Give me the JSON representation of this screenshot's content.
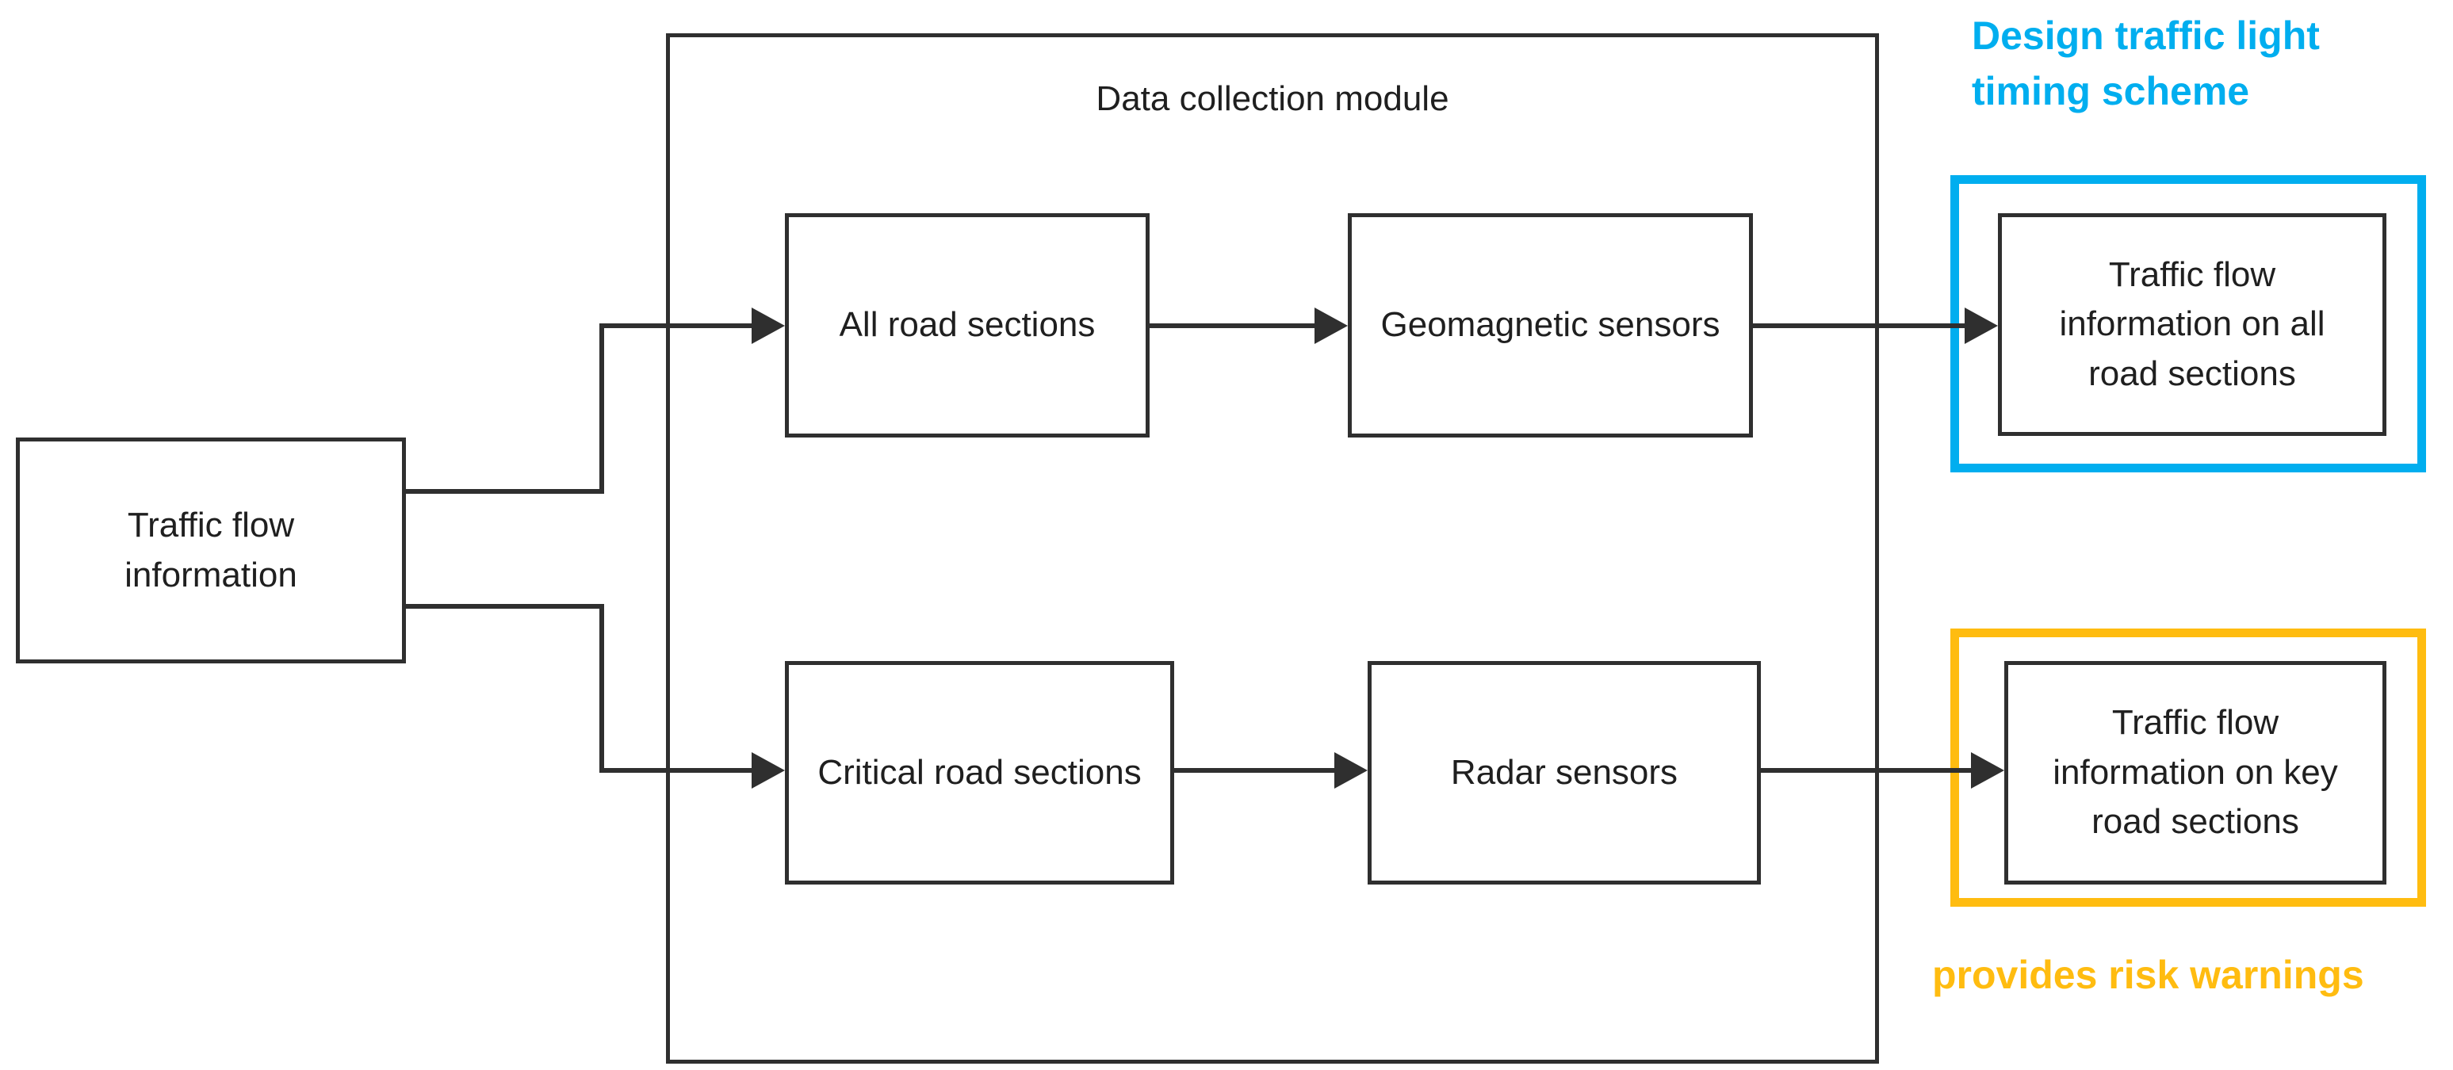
{
  "diagram": {
    "module_title": "Data collection module",
    "nodes": {
      "source": "Traffic flow\ninformation",
      "all_roads": "All road sections",
      "geomagnetic": "Geomagnetic sensors",
      "critical_roads": "Critical road sections",
      "radar": "Radar sensors",
      "output_all": "Traffic flow\ninformation on all\nroad sections",
      "output_key": "Traffic flow\ninformation on key\nroad sections"
    },
    "annotations": {
      "design_scheme": "Design traffic light\ntiming scheme",
      "risk_warnings": "provides risk warnings"
    },
    "colors": {
      "highlight_cyan": "#00AEEF",
      "highlight_orange": "#FFBC10",
      "line": "#2F2F2F",
      "text": "#1F1F1F"
    }
  }
}
